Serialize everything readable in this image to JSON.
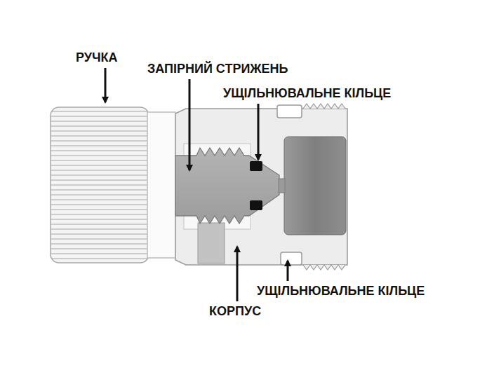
{
  "diagram": {
    "labels": [
      "РУЧКА",
      "ЗАПІРНИЙ СТРИЖЕНЬ",
      "УЩІЛЬНЮВАЛЬНЕ КІЛЬЦЕ",
      "УЩІЛЬНЮВАЛЬНЕ КІЛЬЦЕ",
      "КОРПУС"
    ]
  }
}
